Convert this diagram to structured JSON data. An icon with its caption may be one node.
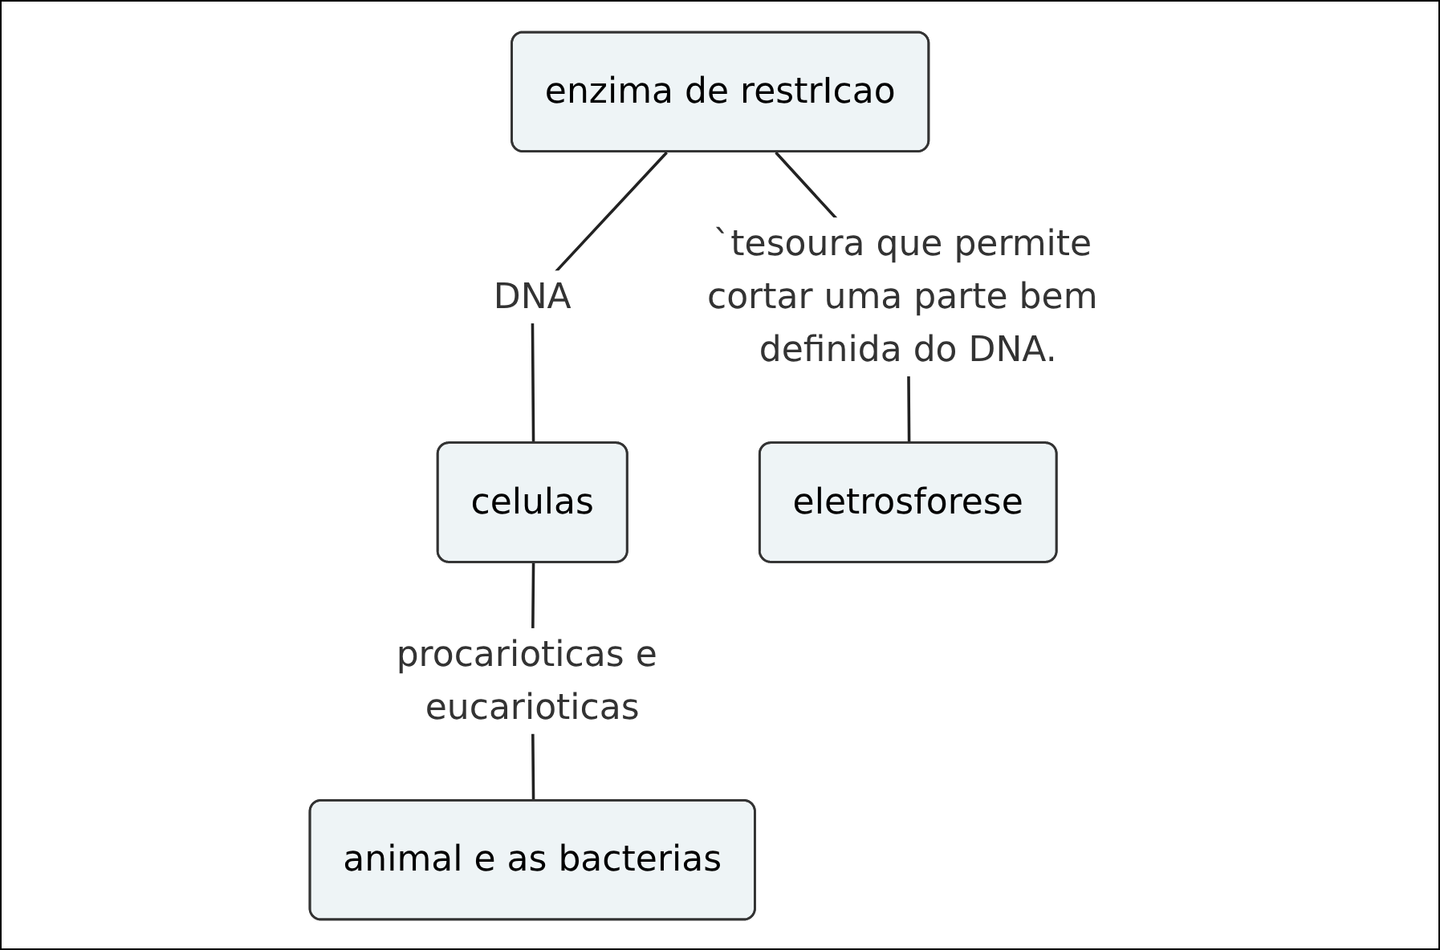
{
  "diagram": {
    "nodes": [
      {
        "text": [
          "enzima de restrIcao"
        ]
      },
      {
        "text": [
          "celulas"
        ]
      },
      {
        "text": [
          "eletrosforese"
        ]
      },
      {
        "text": [
          "animal e as bacterias"
        ]
      }
    ],
    "edges": [
      {
        "from": 0,
        "to": 2,
        "arrow": "none",
        "label": "`tesoura que permite cortar uma parte bem definida do DNA."
      },
      {
        "from": 0,
        "to": 1,
        "arrow": "none",
        "label": "DNA"
      },
      {
        "from": 1,
        "to": 3,
        "arrow": "none",
        "label": "procarioticas e eucarioticas"
      }
    ]
  }
}
